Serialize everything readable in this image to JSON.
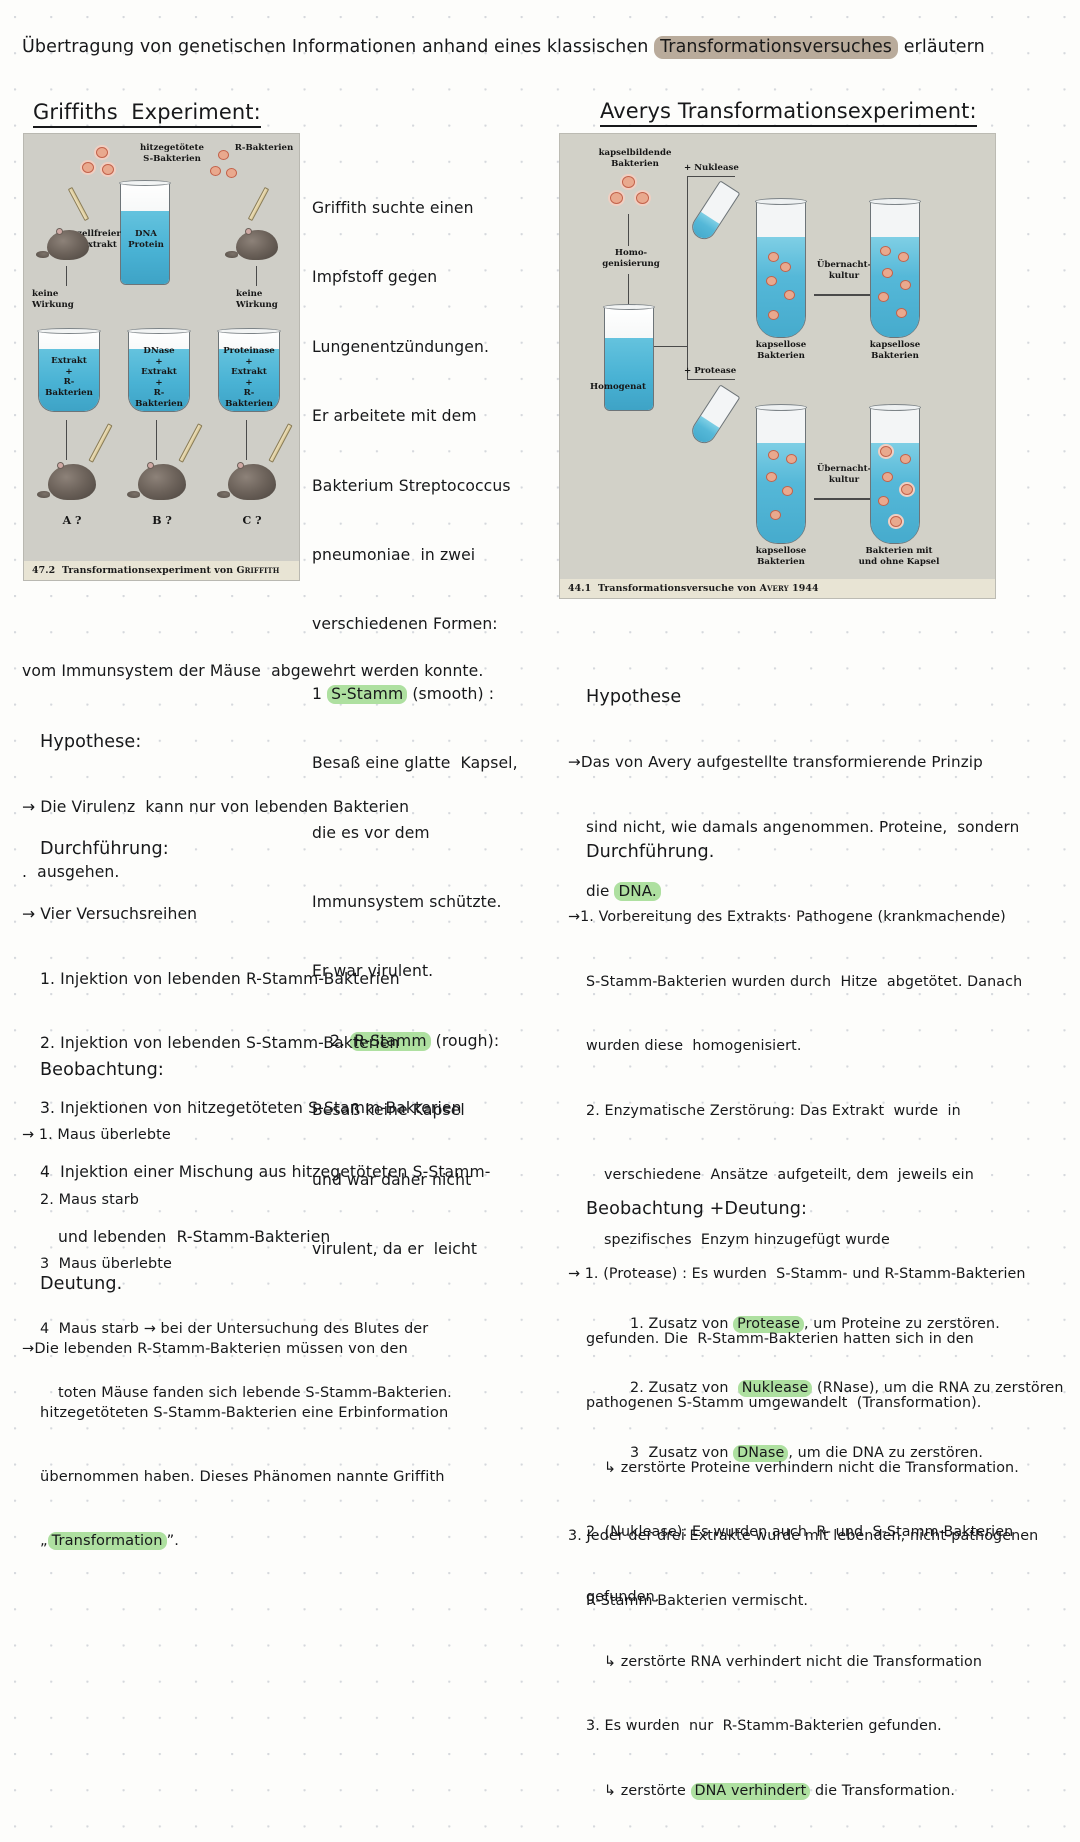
{
  "title": {
    "pre": "Übertragung von genetischen Informationen anhand eines klassischen ",
    "highlight": "Transformationsversuches",
    "post": " erläutern"
  },
  "headings": {
    "griffith": "Griffiths  Experiment:",
    "avery": "Averys Transformationsexperiment:"
  },
  "figure_griffith": {
    "caption_number": "47.2",
    "caption_text": "Transformationsexperiment von",
    "caption_name": "Griffith",
    "labels": {
      "heat_killed": "hitzegetötete\nS-Bakterien",
      "r_bakterien": "R-Bakterien",
      "zellfreier_extrakt": "zellfreier\nExtrakt",
      "dna_protein": "DNA\nProtein",
      "keine_wirkung_left": "keine\nWirkung",
      "keine_wirkung_right": "keine\nWirkung",
      "tube_a": "Extrakt\n+\nR-Bakterien",
      "tube_b": "DNase\n+\nExtrakt\n+\nR- Bakterien",
      "tube_c": "Proteinase\n+\nExtrakt\n+\nR-Bakterien",
      "result_a": "A ?",
      "result_b": "B ?",
      "result_c": "C ?"
    }
  },
  "figure_avery": {
    "caption_number": "44.1",
    "caption_text": "Transformationsversuche von",
    "caption_name": "Avery",
    "caption_year": "1944",
    "labels": {
      "kapselbildende": "kapselbildende\nBakterien",
      "homogenisierung": "Homo-\ngenisierung",
      "homogenat": "Homogenat",
      "plus_nuklease": "+ Nuklease",
      "plus_protease": "+ Protease",
      "kapsellose_1": "kapsellose\nBakterien",
      "kapsellose_2": "kapsellose\nBakterien",
      "kapsellose_3": "kapsellose\nBakterien",
      "ubernacht_1": "Übernacht-\nkultur",
      "ubernacht_2": "Übernacht-\nkultur",
      "mit_ohne_kapsel": "Bakterien mit\nund ohne Kapsel"
    }
  },
  "intro": {
    "lines": [
      "Griffith suchte einen",
      "Impfstoff gegen",
      "Lungenentzündungen.",
      "Er arbeitete mit dem",
      "Bakterium Streptococcus",
      "pneumoniae  in zwei",
      "verschiedenen Formen:"
    ],
    "item1_pre": "1 ",
    "item1_hl": "S-Stamm",
    "item1_post": " (smooth) :",
    "lines2": [
      "Besaß eine glatte  Kapsel,",
      "die es vor dem",
      "Immunsystem schützte.",
      "Er war virulent."
    ],
    "item2_pre": "2. ",
    "item2_hl": "R-Stamm",
    "item2_post": " (rough):",
    "lines3": [
      "Besaß keine Kapsel",
      "und war daher nicht",
      "virulent, da er  leicht"
    ],
    "tail": "vom Immunsystem der Mäuse  abgewehrt werden konnte."
  },
  "left": {
    "hypothese": {
      "heading": "Hypothese:",
      "lines": [
        "→ Die Virulenz  kann nur von lebenden Bakterien",
        ".  ausgehen."
      ]
    },
    "durchfuehrung": {
      "heading": "Durchführung:",
      "lines": [
        "→ Vier Versuchsreihen",
        "1. Injektion von lebenden R-Stamm-Bakterien",
        "2. Injektion von lebenden S-Stamm-Bakterien",
        "3. Injektionen von hitzegetöteten S-Stamm-Bakterien",
        "4  Injektion einer Mischung aus hitzegetöteten S-Stamm-",
        "und lebenden  R-Stamm-Bakterien"
      ]
    },
    "beobachtung": {
      "heading": "Beobachtung:",
      "lines": [
        "→ 1. Maus überlebte",
        "2. Maus starb",
        "3  Maus überlebte",
        "4  Maus starb → bei der Untersuchung des Blutes der",
        "toten Mäuse fanden sich lebende S-Stamm-Bakterien."
      ]
    },
    "deutung": {
      "heading": "Deutung.",
      "lines": [
        "→Die lebenden R-Stamm-Bakterien müssen von den",
        "hitzegetöteten S-Stamm-Bakterien eine Erbinformation",
        "übernommen haben. Dieses Phänomen nannte Griffith"
      ],
      "last_pre": "„",
      "last_hl": "Transformation",
      "last_post": "”."
    }
  },
  "right": {
    "hypothese": {
      "heading": "Hypothese",
      "lines": [
        "→Das von Avery aufgestellte transformierende Prinzip",
        "sind nicht, wie damals angenommen. Proteine,  sondern"
      ],
      "last_pre": "die ",
      "last_hl": "DNA.",
      "last_post": ""
    },
    "durchfuehrung": {
      "heading": "Durchführung.",
      "lines": [
        "→1. Vorbereitung des Extrakts· Pathogene (krankmachende)",
        "S-Stamm-Bakterien wurden durch  Hitze  abgetötet. Danach",
        "wurden diese  homogenisiert.",
        "2. Enzymatische Zerstörung: Das Extrakt  wurde  in",
        "verschiedene  Ansätze  aufgeteilt, dem  jeweils ein",
        "spezifisches  Enzym hinzugefügt wurde"
      ],
      "sub1_pre": "1. Zusatz von ",
      "sub1_hl": "Protease",
      "sub1_post": ", um Proteine zu zerstören.",
      "sub2_pre": "2. Zusatz von  ",
      "sub2_hl": "Nuklease",
      "sub2_post": " (RNase), um die RNA zu zerstören",
      "sub3_pre": "3  Zusatz von ",
      "sub3_hl": "DNase",
      "sub3_post": ", um die DNA zu zerstören.",
      "lines2": [
        "3. Jeder der drei Extrakte wurde mit lebenden, nicht-pathogenen",
        "R-Stamm-Bakterien vermischt."
      ]
    },
    "beobachtung": {
      "heading": "Beobachtung +Deutung:",
      "lines": [
        "→ 1. (Protease) : Es wurden  S-Stamm- und R-Stamm-Bakterien",
        "gefunden. Die  R-Stamm-Bakterien hatten sich in den",
        "pathogenen S-Stamm umgewandelt  (Transformation).",
        "↳ zerstörte Proteine verhindern nicht die Transformation.",
        "2. (Nuklease): Es wurden auch  R- und  S-Stamm-Bakterien",
        "gefunden.",
        "↳ zerstörte RNA verhindert nicht die Transformation",
        "3. Es wurden  nur  R-Stamm-Bakterien gefunden."
      ],
      "last_pre": "↳ zerstörte ",
      "last_hl": "DNA verhindert",
      "last_post": " die Transformation."
    }
  },
  "colors": {
    "highlight_green": "#aee0a0",
    "highlight_tan": "#b9ab9b",
    "ink": "#17181a",
    "paper": "#fdfdfb",
    "figure_bg_griffith": "#cfcec7",
    "figure_bg_avery": "#d2d1c8",
    "liquid_blue": "#49b2d4",
    "caption_bg": "#e8e4d4"
  }
}
